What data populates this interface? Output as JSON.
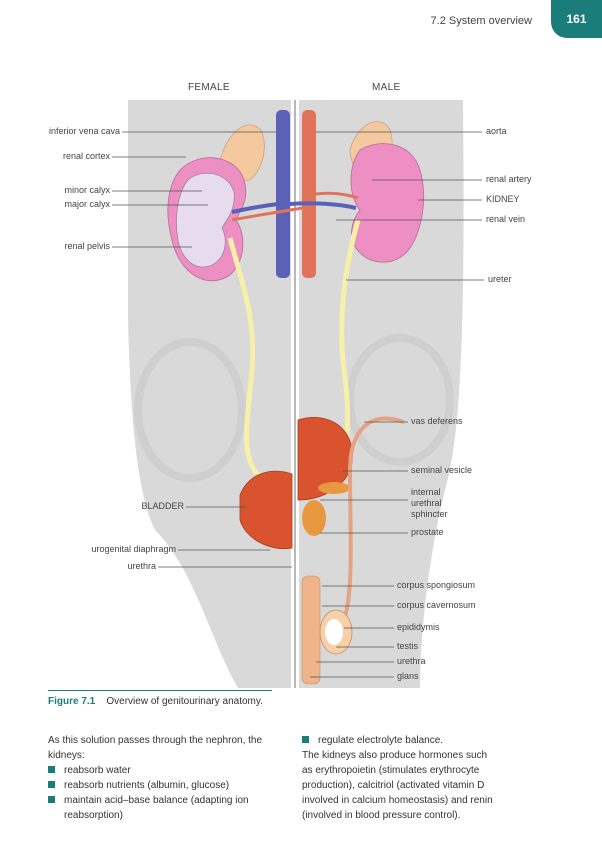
{
  "header": {
    "title": "7.2  System overview",
    "page_number": "161"
  },
  "figure": {
    "female_heading": "FEMALE",
    "male_heading": "MALE",
    "left_labels": [
      "inferior vena cava",
      "renal cortex",
      "minor calyx",
      "major calyx",
      "renal pelvis",
      "BLADDER",
      "urogenital diaphragm",
      "urethra"
    ],
    "right_labels": [
      "aorta",
      "renal artery",
      "KIDNEY",
      "renal vein",
      "ureter",
      "vas deferens",
      "seminal vesicle",
      "internal",
      "urethral",
      "sphincter",
      "prostate",
      "corpus spongiosum",
      "corpus cavernosum",
      "epididymis",
      "testis",
      "urethra",
      "glans"
    ]
  },
  "caption": {
    "number": "Figure 7.1",
    "text": "Overview of genitourinary anatomy."
  },
  "text_left": {
    "intro_line1": "As this solution passes through the nephron, the",
    "intro_line2": "kidneys:",
    "bullets": [
      {
        "line1": "reabsorb water",
        "line2": ""
      },
      {
        "line1": "reabsorb nutrients (albumin, glucose)",
        "line2": ""
      },
      {
        "line1": "maintain acid–base balance (adapting ion",
        "line2": "reabsorption)"
      }
    ]
  },
  "text_right": {
    "bullet": "regulate electrolyte balance.",
    "lines": [
      "The kidneys also produce hormones such",
      "as erythropoietin (stimulates erythrocyte",
      "production), calcitriol (activated vitamin D",
      "involved in calcium homeostasis) and renin",
      "(involved in blood pressure control)."
    ]
  },
  "colors": {
    "accent": "#1a7d7a",
    "body_grey": "#d9d9d9",
    "vena_cava": "#5b62b5",
    "aorta": "#e0735a",
    "kidney_pink": "#ee8fc3",
    "ureter": "#f6f0a8",
    "bladder": "#d9532e",
    "adrenal": "#f5c9a0"
  }
}
